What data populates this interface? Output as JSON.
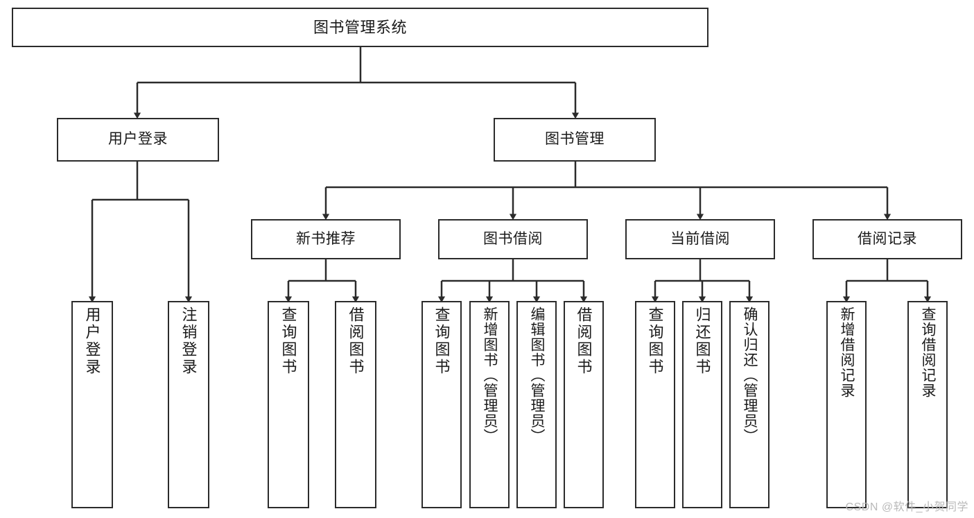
{
  "diagram": {
    "title": "图书管理系统",
    "watermark": "CSDN @软件_小贺同学",
    "line_color": "#2b2b2b",
    "box_fill": "#ffffff",
    "text_color": "#1a1a1a",
    "watermark_color": "#b9b9b9"
  },
  "nodes": {
    "root": {
      "label": "图书管理系统"
    },
    "level2": [
      {
        "label": "用户登录"
      },
      {
        "label": "图书管理"
      }
    ],
    "level3": [
      {
        "label": "新书推荐"
      },
      {
        "label": "图书借阅"
      },
      {
        "label": "当前借阅"
      },
      {
        "label": "借阅记录"
      }
    ],
    "leaves_user_login": [
      {
        "label": "用户登录"
      },
      {
        "label": "注销登录"
      }
    ],
    "leaves_new_books": [
      {
        "label": "查询图书"
      },
      {
        "label": "借阅图书"
      }
    ],
    "leaves_borrow": [
      {
        "label": "查询图书"
      },
      {
        "label": "新增图书（管理员）"
      },
      {
        "label": "编辑图书（管理员）"
      },
      {
        "label": "借阅图书"
      }
    ],
    "leaves_current": [
      {
        "label": "查询图书"
      },
      {
        "label": "归还图书"
      },
      {
        "label": "确认归还（管理员）"
      }
    ],
    "leaves_records": [
      {
        "label": "新增借阅记录"
      },
      {
        "label": "查询借阅记录"
      }
    ]
  },
  "tree": {
    "root": "图书管理系统",
    "children": [
      {
        "label": "用户登录",
        "children": [
          {
            "label": "用户登录"
          },
          {
            "label": "注销登录"
          }
        ]
      },
      {
        "label": "图书管理",
        "children": [
          {
            "label": "新书推荐",
            "children": [
              {
                "label": "查询图书"
              },
              {
                "label": "借阅图书"
              }
            ]
          },
          {
            "label": "图书借阅",
            "children": [
              {
                "label": "查询图书"
              },
              {
                "label": "新增图书（管理员）"
              },
              {
                "label": "编辑图书（管理员）"
              },
              {
                "label": "借阅图书"
              }
            ]
          },
          {
            "label": "当前借阅",
            "children": [
              {
                "label": "查询图书"
              },
              {
                "label": "归还图书"
              },
              {
                "label": "确认归还（管理员）"
              }
            ]
          },
          {
            "label": "借阅记录",
            "children": [
              {
                "label": "新增借阅记录"
              },
              {
                "label": "查询借阅记录"
              }
            ]
          }
        ]
      }
    ]
  }
}
